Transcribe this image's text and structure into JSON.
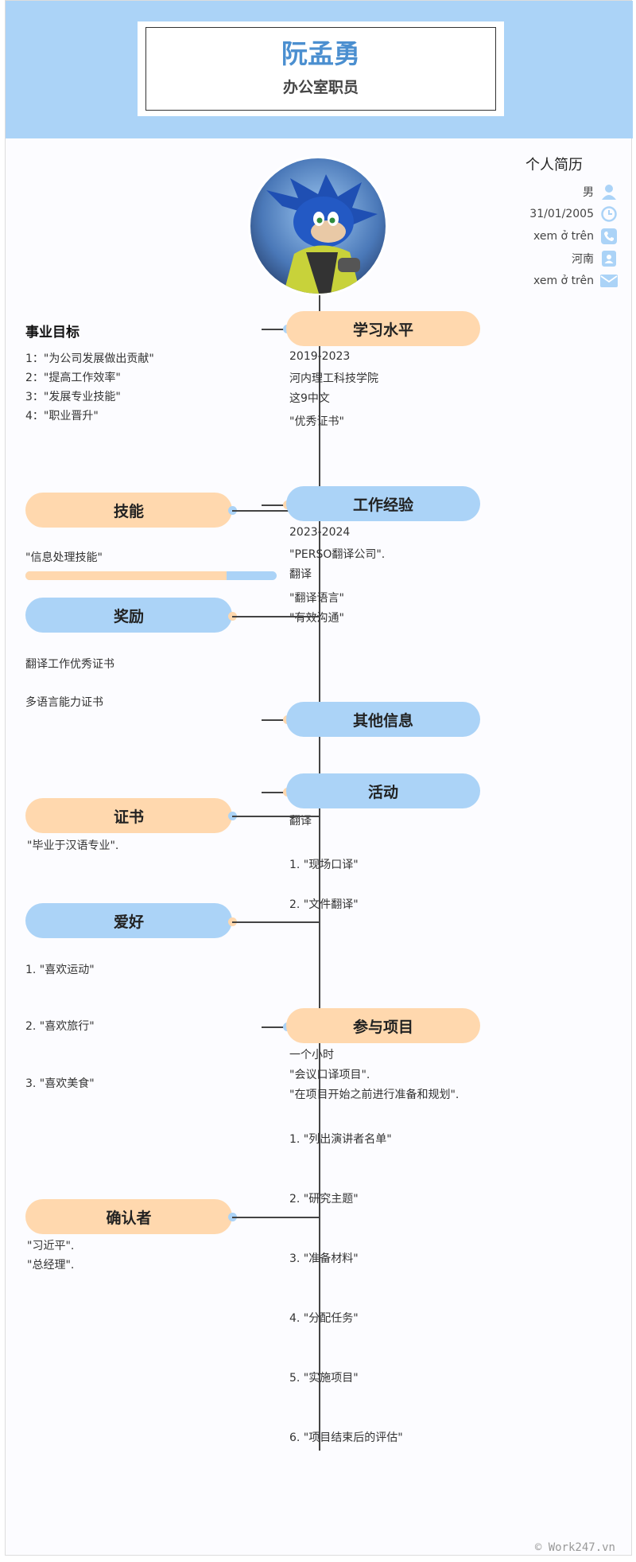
{
  "header": {
    "name": "阮孟勇",
    "job_title": "办公室职员"
  },
  "personal": {
    "title": "个人简历",
    "items": [
      {
        "value": "男",
        "icon": "user-icon"
      },
      {
        "value": "31/01/2005",
        "icon": "clock-icon"
      },
      {
        "value": "xem ở trên",
        "icon": "phone-icon"
      },
      {
        "value": "河南",
        "icon": "contact-card-icon"
      },
      {
        "value": "xem ở trên",
        "icon": "mail-icon"
      }
    ]
  },
  "career_goal": {
    "title": "事业目标",
    "items": [
      "1：\"为公司发展做出贡献\"",
      "2：\"提高工作效率\"",
      "3：\"发展专业技能\"",
      "4：\"职业晋升\""
    ]
  },
  "education": {
    "title": "学习水平",
    "period": "2019-2023",
    "school": "河内理工科技学院",
    "major": "这9中文",
    "note": "\"优秀证书\""
  },
  "skills": {
    "title": "技能",
    "item": "\"信息处理技能\"",
    "level": 0.8
  },
  "work": {
    "title": "工作经验",
    "period": "2023-2024",
    "company": "\"PERSO翻译公司\".",
    "role": "翻译",
    "tasks": [
      "\"翻译语言\"",
      "\"有效沟通\""
    ]
  },
  "awards": {
    "title": "奖励",
    "items": [
      "翻译工作优秀证书",
      "多语言能力证书"
    ]
  },
  "other": {
    "title": "其他信息"
  },
  "activities": {
    "title": "活动",
    "role": "翻译",
    "items": [
      "1. \"现场口译\"",
      "2. \"文件翻译\""
    ]
  },
  "certificates": {
    "title": "证书",
    "item": "\"毕业于汉语专业\"."
  },
  "hobbies": {
    "title": "爱好",
    "items": [
      "1. \"喜欢运动\"",
      "2. \"喜欢旅行\"",
      "3. \"喜欢美食\""
    ]
  },
  "projects": {
    "title": "参与项目",
    "duration": "一个小时",
    "name": "\"会议口译项目\".",
    "desc": "\"在项目开始之前进行准备和规划\".",
    "steps": [
      "1. \"列出演讲者名单\"",
      "2. \"研究主题\"",
      "3. \"准备材料\"",
      "4. \"分配任务\"",
      "5. \"实施项目\"",
      "6. \"项目结束后的评估\""
    ]
  },
  "references": {
    "title": "确认者",
    "items": [
      "\"习近平\".",
      "\"总经理\"."
    ]
  },
  "footer": {
    "text": "© Work247.vn"
  },
  "colors": {
    "orange": "#ffd8ae",
    "blue": "#abd3f7",
    "name": "#4b8fd0"
  }
}
